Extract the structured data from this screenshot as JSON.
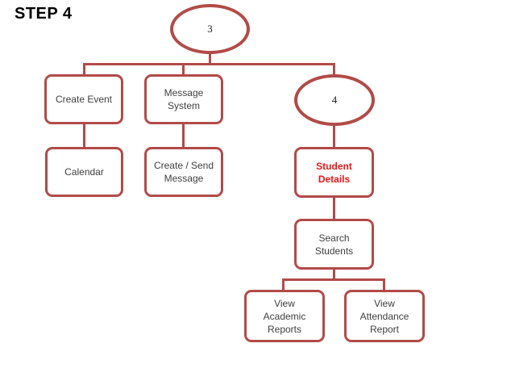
{
  "title": "STEP 4",
  "colors": {
    "accent": "#b14b48",
    "node_text": "#3f3f3f",
    "highlight_text": "#ee1414",
    "title_text": "#000000",
    "background": "#ffffff"
  },
  "diagram": {
    "type": "hierarchy-flowchart",
    "nodes": {
      "root": {
        "label": "3",
        "shape": "ellipse"
      },
      "create_event": {
        "shape": "rounded-rect",
        "lines": [
          "Create Event"
        ]
      },
      "message_system": {
        "shape": "rounded-rect",
        "lines": [
          "Message",
          "System"
        ]
      },
      "node4": {
        "label": "4",
        "shape": "ellipse"
      },
      "calendar": {
        "shape": "rounded-rect",
        "lines": [
          "Calendar"
        ]
      },
      "create_send_message": {
        "shape": "rounded-rect",
        "lines": [
          "Create / Send",
          "Message"
        ]
      },
      "student_details": {
        "shape": "rounded-rect",
        "emphasized": true,
        "lines": [
          "Student",
          "Details"
        ]
      },
      "search_students": {
        "shape": "rounded-rect",
        "lines": [
          "Search",
          "Students"
        ]
      },
      "view_academic_reports": {
        "shape": "rounded-rect",
        "lines": [
          "View",
          "Academic",
          "Reports"
        ]
      },
      "view_attendance_report": {
        "shape": "rounded-rect",
        "lines": [
          "View",
          "Attendance",
          "Report"
        ]
      }
    },
    "edges": [
      {
        "from": "3",
        "to": "Create Event"
      },
      {
        "from": "3",
        "to": "Message System"
      },
      {
        "from": "3",
        "to": "4"
      },
      {
        "from": "Create Event",
        "to": "Calendar"
      },
      {
        "from": "Message System",
        "to": "Create / Send Message"
      },
      {
        "from": "4",
        "to": "Student Details"
      },
      {
        "from": "Student Details",
        "to": "Search Students"
      },
      {
        "from": "Search Students",
        "to": "View Academic Reports"
      },
      {
        "from": "Search Students",
        "to": "View Attendance Report"
      }
    ]
  }
}
